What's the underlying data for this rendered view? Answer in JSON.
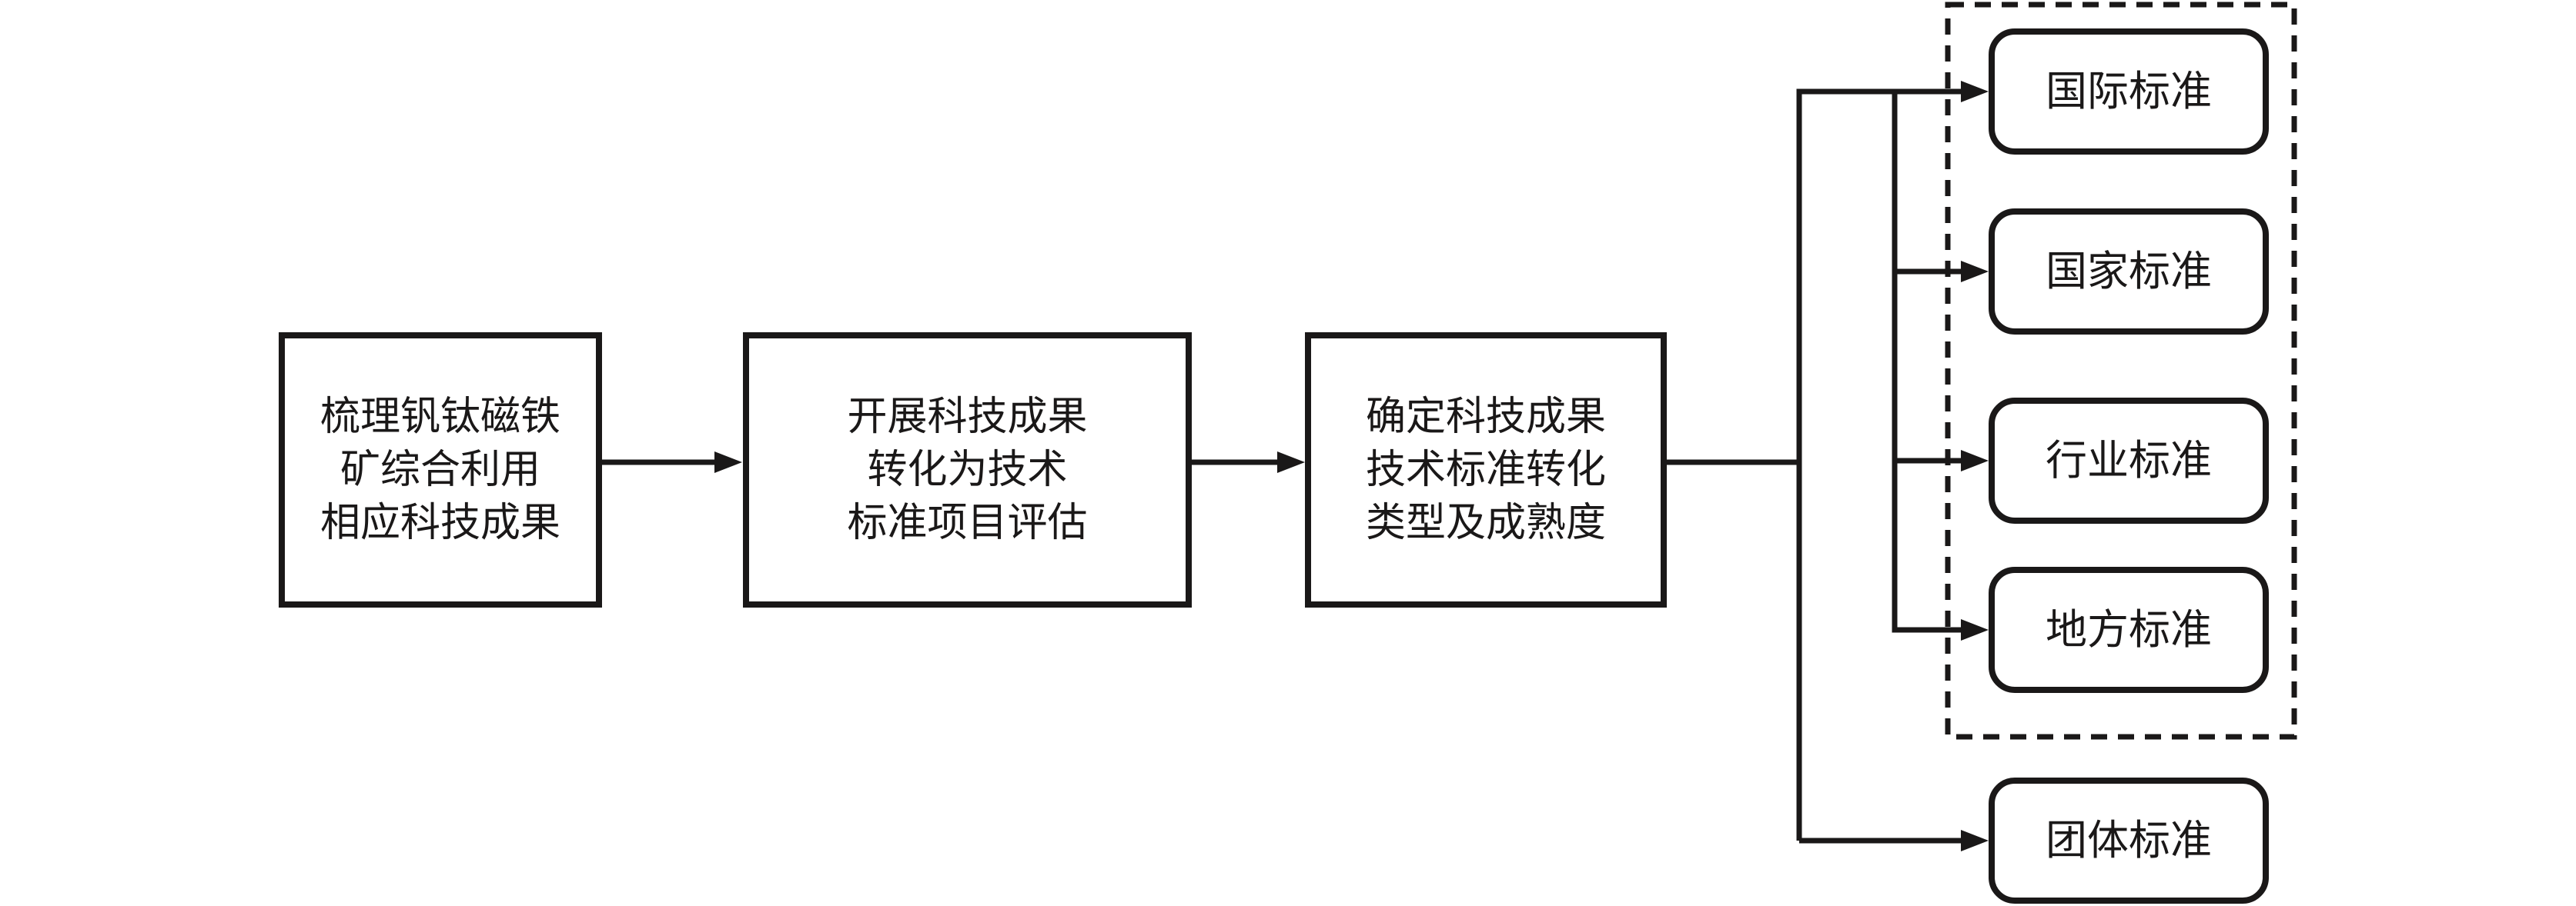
{
  "flow_steps": [
    {
      "id": "collect-achievements",
      "lines": [
        "梳理钒钛磁铁",
        "矿综合利用",
        "相应科技成果"
      ]
    },
    {
      "id": "evaluate-projects",
      "lines": [
        "开展科技成果",
        "转化为技术",
        "标准项目评估"
      ]
    },
    {
      "id": "determine-type",
      "lines": [
        "确定科技成果",
        "技术标准转化",
        "类型及成熟度"
      ]
    }
  ],
  "standards": [
    {
      "id": "international",
      "label": "国际标准"
    },
    {
      "id": "national",
      "label": "国家标准"
    },
    {
      "id": "industry",
      "label": "行业标准"
    },
    {
      "id": "local",
      "label": "地方标准"
    },
    {
      "id": "group",
      "label": "团体标准"
    }
  ],
  "colors": {
    "ink": "#1a1818",
    "background": "#ffffff"
  }
}
